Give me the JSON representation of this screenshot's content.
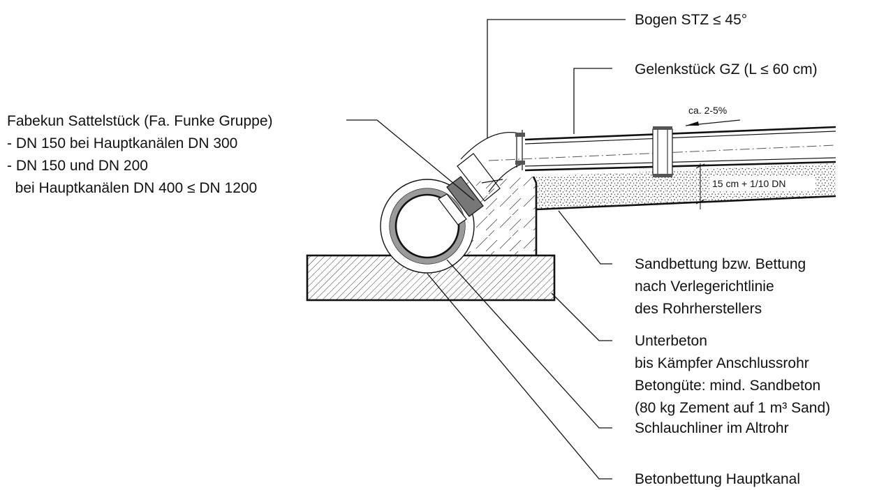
{
  "labels": {
    "bogen": "Bogen STZ ≤ 45°",
    "gelenk": "Gelenkstück GZ (L ≤ 60 cm)",
    "fabekun": [
      "Fabekun Sattelstück (Fa. Funke Gruppe)",
      "- DN 150 bei Hauptkanälen DN 300",
      "- DN 150 und DN 200",
      "  bei Hauptkanälen DN 400 ≤ DN 1200"
    ],
    "sand": [
      "Sandbettung bzw. Bettung",
      "nach Verlegerichtlinie",
      "des Rohrherstellers"
    ],
    "unterbeton": [
      "Unterbeton",
      "bis Kämpfer Anschlussrohr",
      "Betongüte: mind. Sandbeton",
      "(80 kg Zement auf 1 m³ Sand)"
    ],
    "schlauch": "Schlauchliner im Altrohr",
    "beton": "Betonbettung Hauptkanal"
  },
  "dimensions": {
    "slope": "ca. 2-5%",
    "bedding": "15 cm + 1/10 DN"
  }
}
